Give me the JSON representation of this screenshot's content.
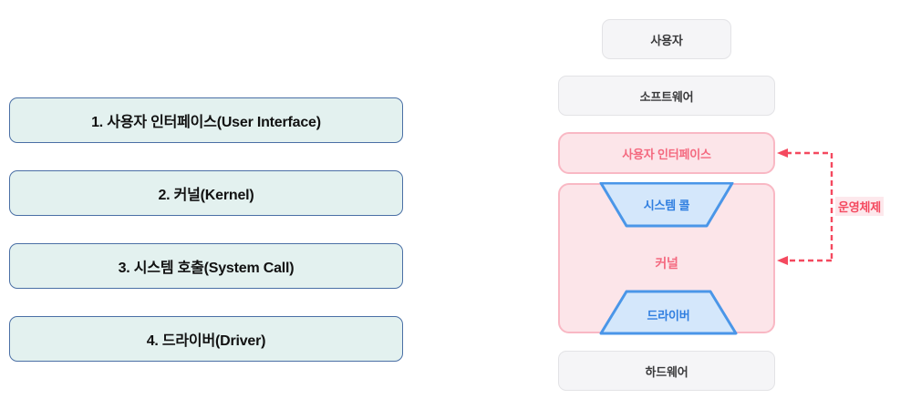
{
  "left_panel": {
    "items": [
      {
        "label": "1. 사용자 인터페이스(User Interface)"
      },
      {
        "label": "2. 커널(Kernel)"
      },
      {
        "label": "3. 시스템 호출(System Call)"
      },
      {
        "label": "4. 드라이버(Driver)"
      }
    ]
  },
  "right_panel": {
    "layers": [
      {
        "key": "user",
        "label": "사용자"
      },
      {
        "key": "software",
        "label": "소프트웨어"
      },
      {
        "key": "ui",
        "label": "사용자 인터페이스"
      },
      {
        "key": "kernel",
        "label": "커널"
      },
      {
        "key": "hardware",
        "label": "하드웨어"
      }
    ],
    "trapezoids": [
      {
        "key": "syscall",
        "label": "시스템 콜"
      },
      {
        "key": "driver",
        "label": "드라이버"
      }
    ],
    "annotation": {
      "label": "운영체제"
    }
  },
  "colors": {
    "left_box_fill": "#e3f1ef",
    "left_box_border": "#4a6fa5",
    "gray_fill": "#f5f5f7",
    "gray_border": "#e3e3e6",
    "pink_fill": "#fce5e9",
    "pink_border": "#f9b8c4",
    "pink_text": "#f4697f",
    "blue_fill": "#d4e7fb",
    "blue_border": "#4a96e8",
    "blue_text": "#2f7ee0",
    "annotation_red": "#f4495f"
  }
}
